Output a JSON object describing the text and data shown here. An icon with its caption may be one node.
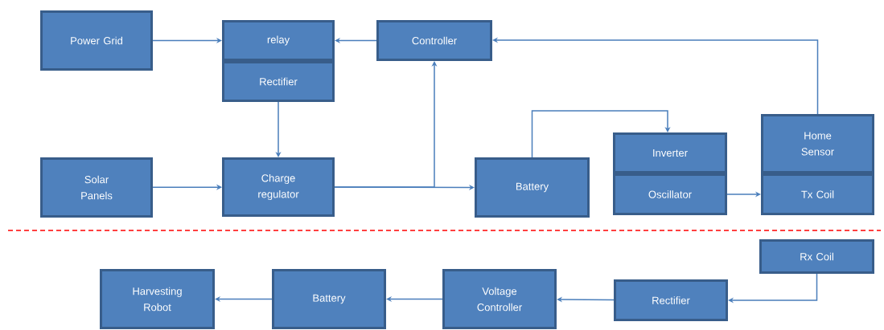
{
  "diagram": {
    "nodes": [
      {
        "text": [
          "Power Grid"
        ]
      },
      {
        "text": [
          "relay"
        ]
      },
      {
        "text": [
          "Rectifier"
        ]
      },
      {
        "text": [
          "Controller"
        ]
      },
      {
        "text": [
          "Solar Panels"
        ]
      },
      {
        "text": [
          "Charge regulator"
        ]
      },
      {
        "text": [
          "Battery"
        ]
      },
      {
        "text": [
          "Inverter"
        ]
      },
      {
        "text": [
          "Oscillator"
        ]
      },
      {
        "text": [
          "Home Sensor"
        ]
      },
      {
        "text": [
          "Tx Coil"
        ]
      },
      {
        "text": [
          "Rx Coil"
        ]
      },
      {
        "text": [
          "Harvesting Robot"
        ]
      },
      {
        "text": [
          "Battery"
        ]
      },
      {
        "text": [
          "Voltage Controller"
        ]
      },
      {
        "text": [
          "Rectifier"
        ]
      }
    ],
    "edges": [
      {
        "from": 0,
        "to": 1,
        "arrow": "to"
      },
      {
        "from": 3,
        "to": 1,
        "arrow": "to"
      },
      {
        "from": 2,
        "to": 5,
        "arrow": "to"
      },
      {
        "from": 4,
        "to": 5,
        "arrow": "to"
      },
      {
        "from": 5,
        "to": 3,
        "arrow": "to"
      },
      {
        "from": 5,
        "to": 6,
        "arrow": "to"
      },
      {
        "from": 6,
        "to": 7,
        "arrow": "to"
      },
      {
        "from": 9,
        "to": 3,
        "arrow": "to"
      },
      {
        "from": 8,
        "to": 10,
        "arrow": "to"
      },
      {
        "from": 11,
        "to": 15,
        "arrow": "to"
      },
      {
        "from": 15,
        "to": 14,
        "arrow": "to"
      },
      {
        "from": 14,
        "to": 13,
        "arrow": "to"
      },
      {
        "from": 13,
        "to": 12,
        "arrow": "to"
      }
    ]
  }
}
